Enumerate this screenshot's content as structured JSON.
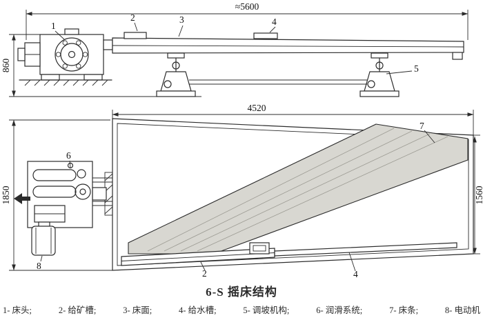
{
  "figure": {
    "caption": "6-S 摇床结构"
  },
  "side_view": {
    "dim_length": "≈5600",
    "dim_height": "860",
    "labels": {
      "part1": "1",
      "part2": "2",
      "part3": "3",
      "part4": "4",
      "part5": "5"
    }
  },
  "plan_view": {
    "dim_length": "4520",
    "dim_left_width": "1850",
    "dim_right_width": "1560",
    "labels": {
      "part2": "2",
      "part4": "4",
      "part6": "6",
      "part7": "7",
      "part8": "8"
    }
  },
  "legend": {
    "items": [
      {
        "text": "1- 床头;"
      },
      {
        "text": "2- 给矿槽;"
      },
      {
        "text": "3- 床面;"
      },
      {
        "text": "4- 给水槽;"
      },
      {
        "text": "5- 调坡机构;"
      },
      {
        "text": "6- 润滑系统;"
      },
      {
        "text": "7- 床条;"
      },
      {
        "text": "8- 电动机"
      }
    ]
  },
  "colors": {
    "ink": "#2b2b2b",
    "riffle_fill": "#d8d7d1",
    "paper": "#ffffff"
  }
}
